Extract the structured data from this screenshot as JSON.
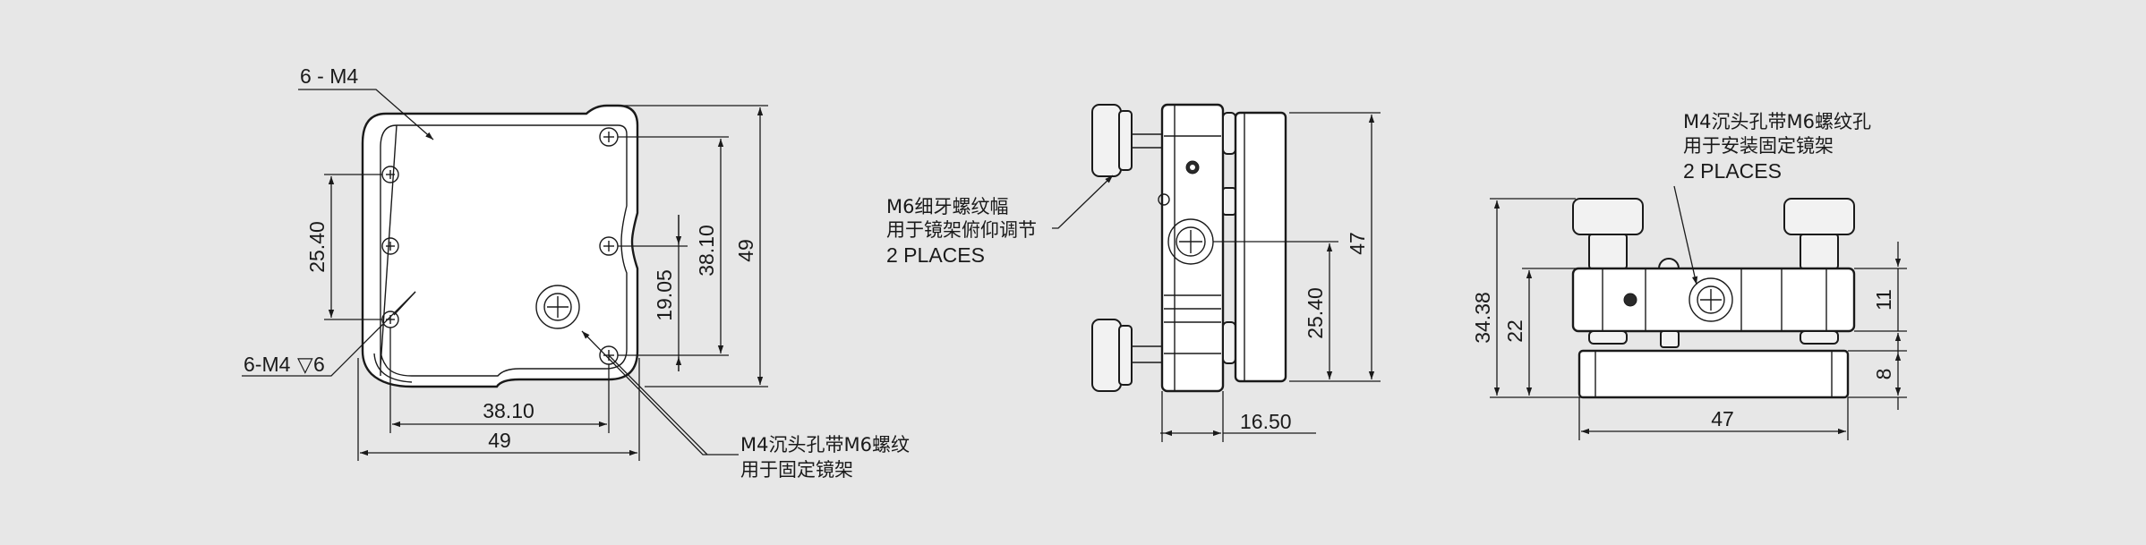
{
  "top_view": {
    "callout_holes": "6 - M4",
    "callout_tapped": "6-M4",
    "callout_depth_symbol": "▽",
    "callout_depth": "6",
    "dim_hole_spacing_v": "25.40",
    "dim_hole_spacing_v2": "19.05",
    "dim_height_inner": "38.10",
    "dim_height_outer": "49",
    "dim_width_inner": "38.10",
    "dim_width_outer": "49",
    "note_line1": "M4沉头孔带M6螺纹",
    "note_line2": "用于固定镜架"
  },
  "side_view": {
    "note_line1": "M6细牙螺纹幅",
    "note_line2": "用于镜架俯仰调节",
    "note_line3": "2 PLACES",
    "dim_height": "47",
    "dim_offset": "25.40",
    "dim_depth": "16.50"
  },
  "front_view": {
    "note_line1": "M4沉头孔带M6螺纹孔",
    "note_line2": "用于安装固定镜架",
    "note_line3": "2 PLACES",
    "dim_total_height": "34.38",
    "dim_body_height": "22",
    "dim_upper": "11",
    "dim_base": "8",
    "dim_width": "47"
  }
}
